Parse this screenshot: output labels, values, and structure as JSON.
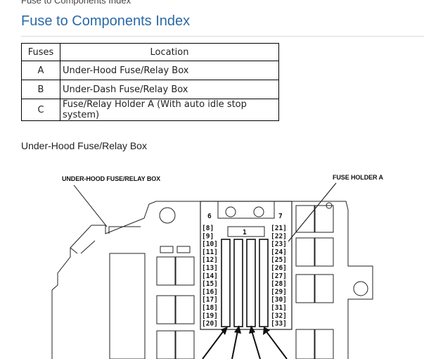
{
  "breadcrumb": "Fuse to Components Index",
  "page_title": "Fuse to Components Index",
  "table": {
    "headers": [
      "Fuses",
      "Location"
    ],
    "rows": [
      {
        "fuse": "A",
        "location": "Under-Hood Fuse/Relay Box"
      },
      {
        "fuse": "B",
        "location": "Under-Dash Fuse/Relay Box"
      },
      {
        "fuse": "C",
        "location": "Fuse/Relay Holder A (With auto idle stop system)"
      }
    ]
  },
  "section_heading": "Under-Hood Fuse/Relay Box",
  "diagram": {
    "callout_box": "UNDER-HOOD FUSE/RELAY BOX",
    "callout_holder": "FUSE HOLDER A",
    "top_left_label": "6",
    "top_right_label": "7",
    "center_label": "1",
    "left_column": [
      "8",
      "9",
      "10",
      "11",
      "12",
      "13",
      "14",
      "15",
      "16",
      "17",
      "18",
      "19",
      "20"
    ],
    "right_column": [
      "21",
      "22",
      "23",
      "24",
      "25",
      "26",
      "27",
      "28",
      "29",
      "30",
      "31",
      "32",
      "33"
    ]
  }
}
